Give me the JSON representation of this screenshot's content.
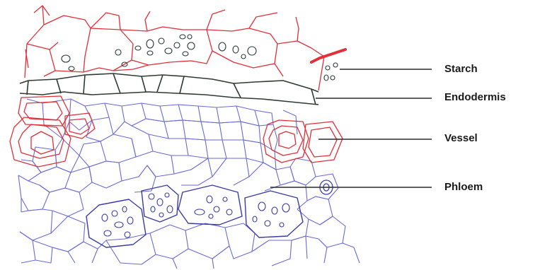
{
  "labels": {
    "starch": "Starch",
    "endodermis": "Endodermis",
    "vessel": "Vessel",
    "phloem": "Phloem"
  },
  "colors": {
    "outer_cells": "#e0303a",
    "endodermis": "#2e3a32",
    "inner_cells": "#6a6ad8",
    "phloem_cells": "#3b3ba8",
    "leader_lines": "#2a2a2a"
  }
}
